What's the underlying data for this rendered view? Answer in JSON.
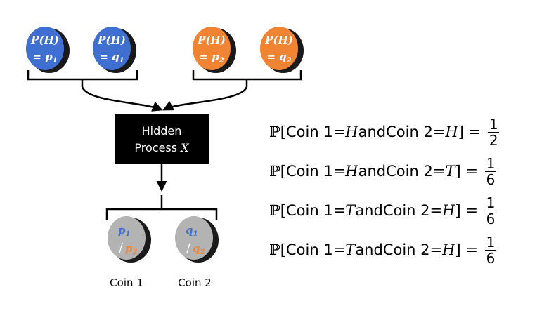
{
  "colors": {
    "blue_coin": "#3f6fd1",
    "orange_coin": "#f08433",
    "gray_coin": "#b3b3b3",
    "coin_edge": "#1a1a1a",
    "box": "#000000"
  },
  "top_coins": [
    {
      "line1": "P(H)",
      "line2_prefix": "= ",
      "line2_var": "p",
      "line2_sub": "1"
    },
    {
      "line1": "P(H)",
      "line2_prefix": "= ",
      "line2_var": "q",
      "line2_sub": "1"
    },
    {
      "line1": "P(H)",
      "line2_prefix": "= ",
      "line2_var": "p",
      "line2_sub": "2"
    },
    {
      "line1": "P(H)",
      "line2_prefix": "= ",
      "line2_var": "q",
      "line2_sub": "2"
    }
  ],
  "hidden_process": {
    "line1": "Hidden",
    "line2_text": "Process ",
    "line2_var": "X"
  },
  "output_coins": [
    {
      "top_var": "p",
      "top_sub": "1",
      "bottom_var": "p",
      "bottom_sub": "2",
      "slash": "/",
      "label": "Coin 1"
    },
    {
      "top_var": "q",
      "top_sub": "1",
      "bottom_var": "q",
      "bottom_sub": "2",
      "slash": "/",
      "label": "Coin 2"
    }
  ],
  "equations": [
    {
      "prob": "ℙ[",
      "c1": "Coin 1",
      "eq1": " = ",
      "v1": "H",
      "and": " and ",
      "c2": "Coin 2",
      "eq2": " = ",
      "v2": "H",
      "close": "] = ",
      "num": "1",
      "den": "2"
    },
    {
      "prob": "ℙ[",
      "c1": "Coin 1",
      "eq1": " = ",
      "v1": "H",
      "and": " and ",
      "c2": "Coin 2",
      "eq2": " = ",
      "v2": "T",
      "close": "] = ",
      "num": "1",
      "den": "6"
    },
    {
      "prob": "ℙ[",
      "c1": "Coin 1",
      "eq1": " = ",
      "v1": "T",
      "and": " and ",
      "c2": "Coin 2",
      "eq2": " = ",
      "v2": "H",
      "close": "] = ",
      "num": "1",
      "den": "6"
    },
    {
      "prob": "ℙ[",
      "c1": "Coin 1",
      "eq1": " = ",
      "v1": "T",
      "and": " and ",
      "c2": "Coin 2",
      "eq2": " = ",
      "v2": "H",
      "close": "] = ",
      "num": "1",
      "den": "6"
    }
  ]
}
